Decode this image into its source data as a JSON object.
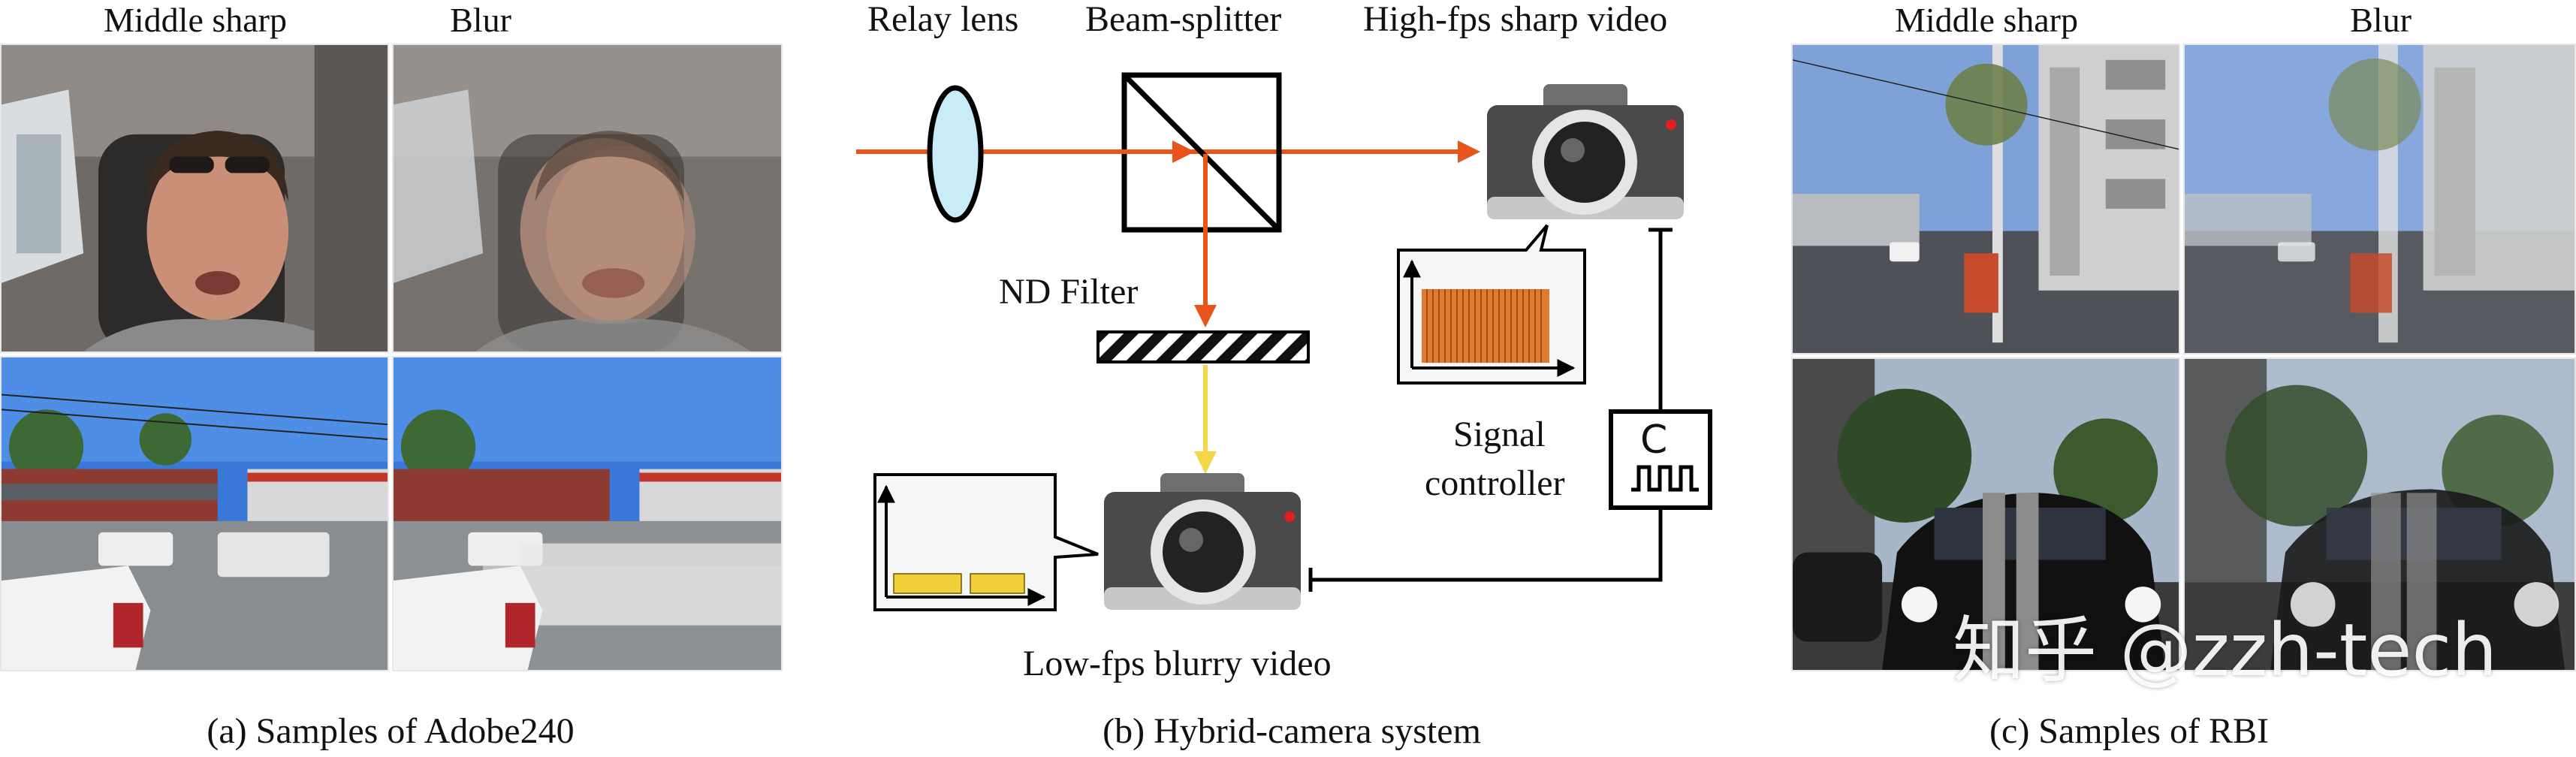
{
  "panel_a": {
    "header_left": "Middle sharp",
    "header_right": "Blur",
    "caption": "(a) Samples of Adobe240"
  },
  "panel_b": {
    "relay_lens": "Relay lens",
    "beam_splitter": "Beam-splitter",
    "high_fps": "High-fps sharp video",
    "nd_filter": "ND Filter",
    "signal": "Signal",
    "controller": "controller",
    "controller_symbol": "C",
    "low_fps": "Low-fps blurry video",
    "caption": "(b) Hybrid-camera system"
  },
  "panel_c": {
    "header_left": "Middle sharp",
    "header_right": "Blur",
    "caption": "(c) Samples of RBI"
  },
  "watermark": "知乎 @zzh-tech",
  "colors": {
    "light_path": "#e9541d",
    "filtered_path": "#f5d648",
    "lens_fill": "#c8ecf8",
    "camera_body": "#4a4a4a",
    "camera_top": "#6e6e6e",
    "signal_bar": "#e07a2e",
    "low_bar": "#f3cf3c"
  }
}
